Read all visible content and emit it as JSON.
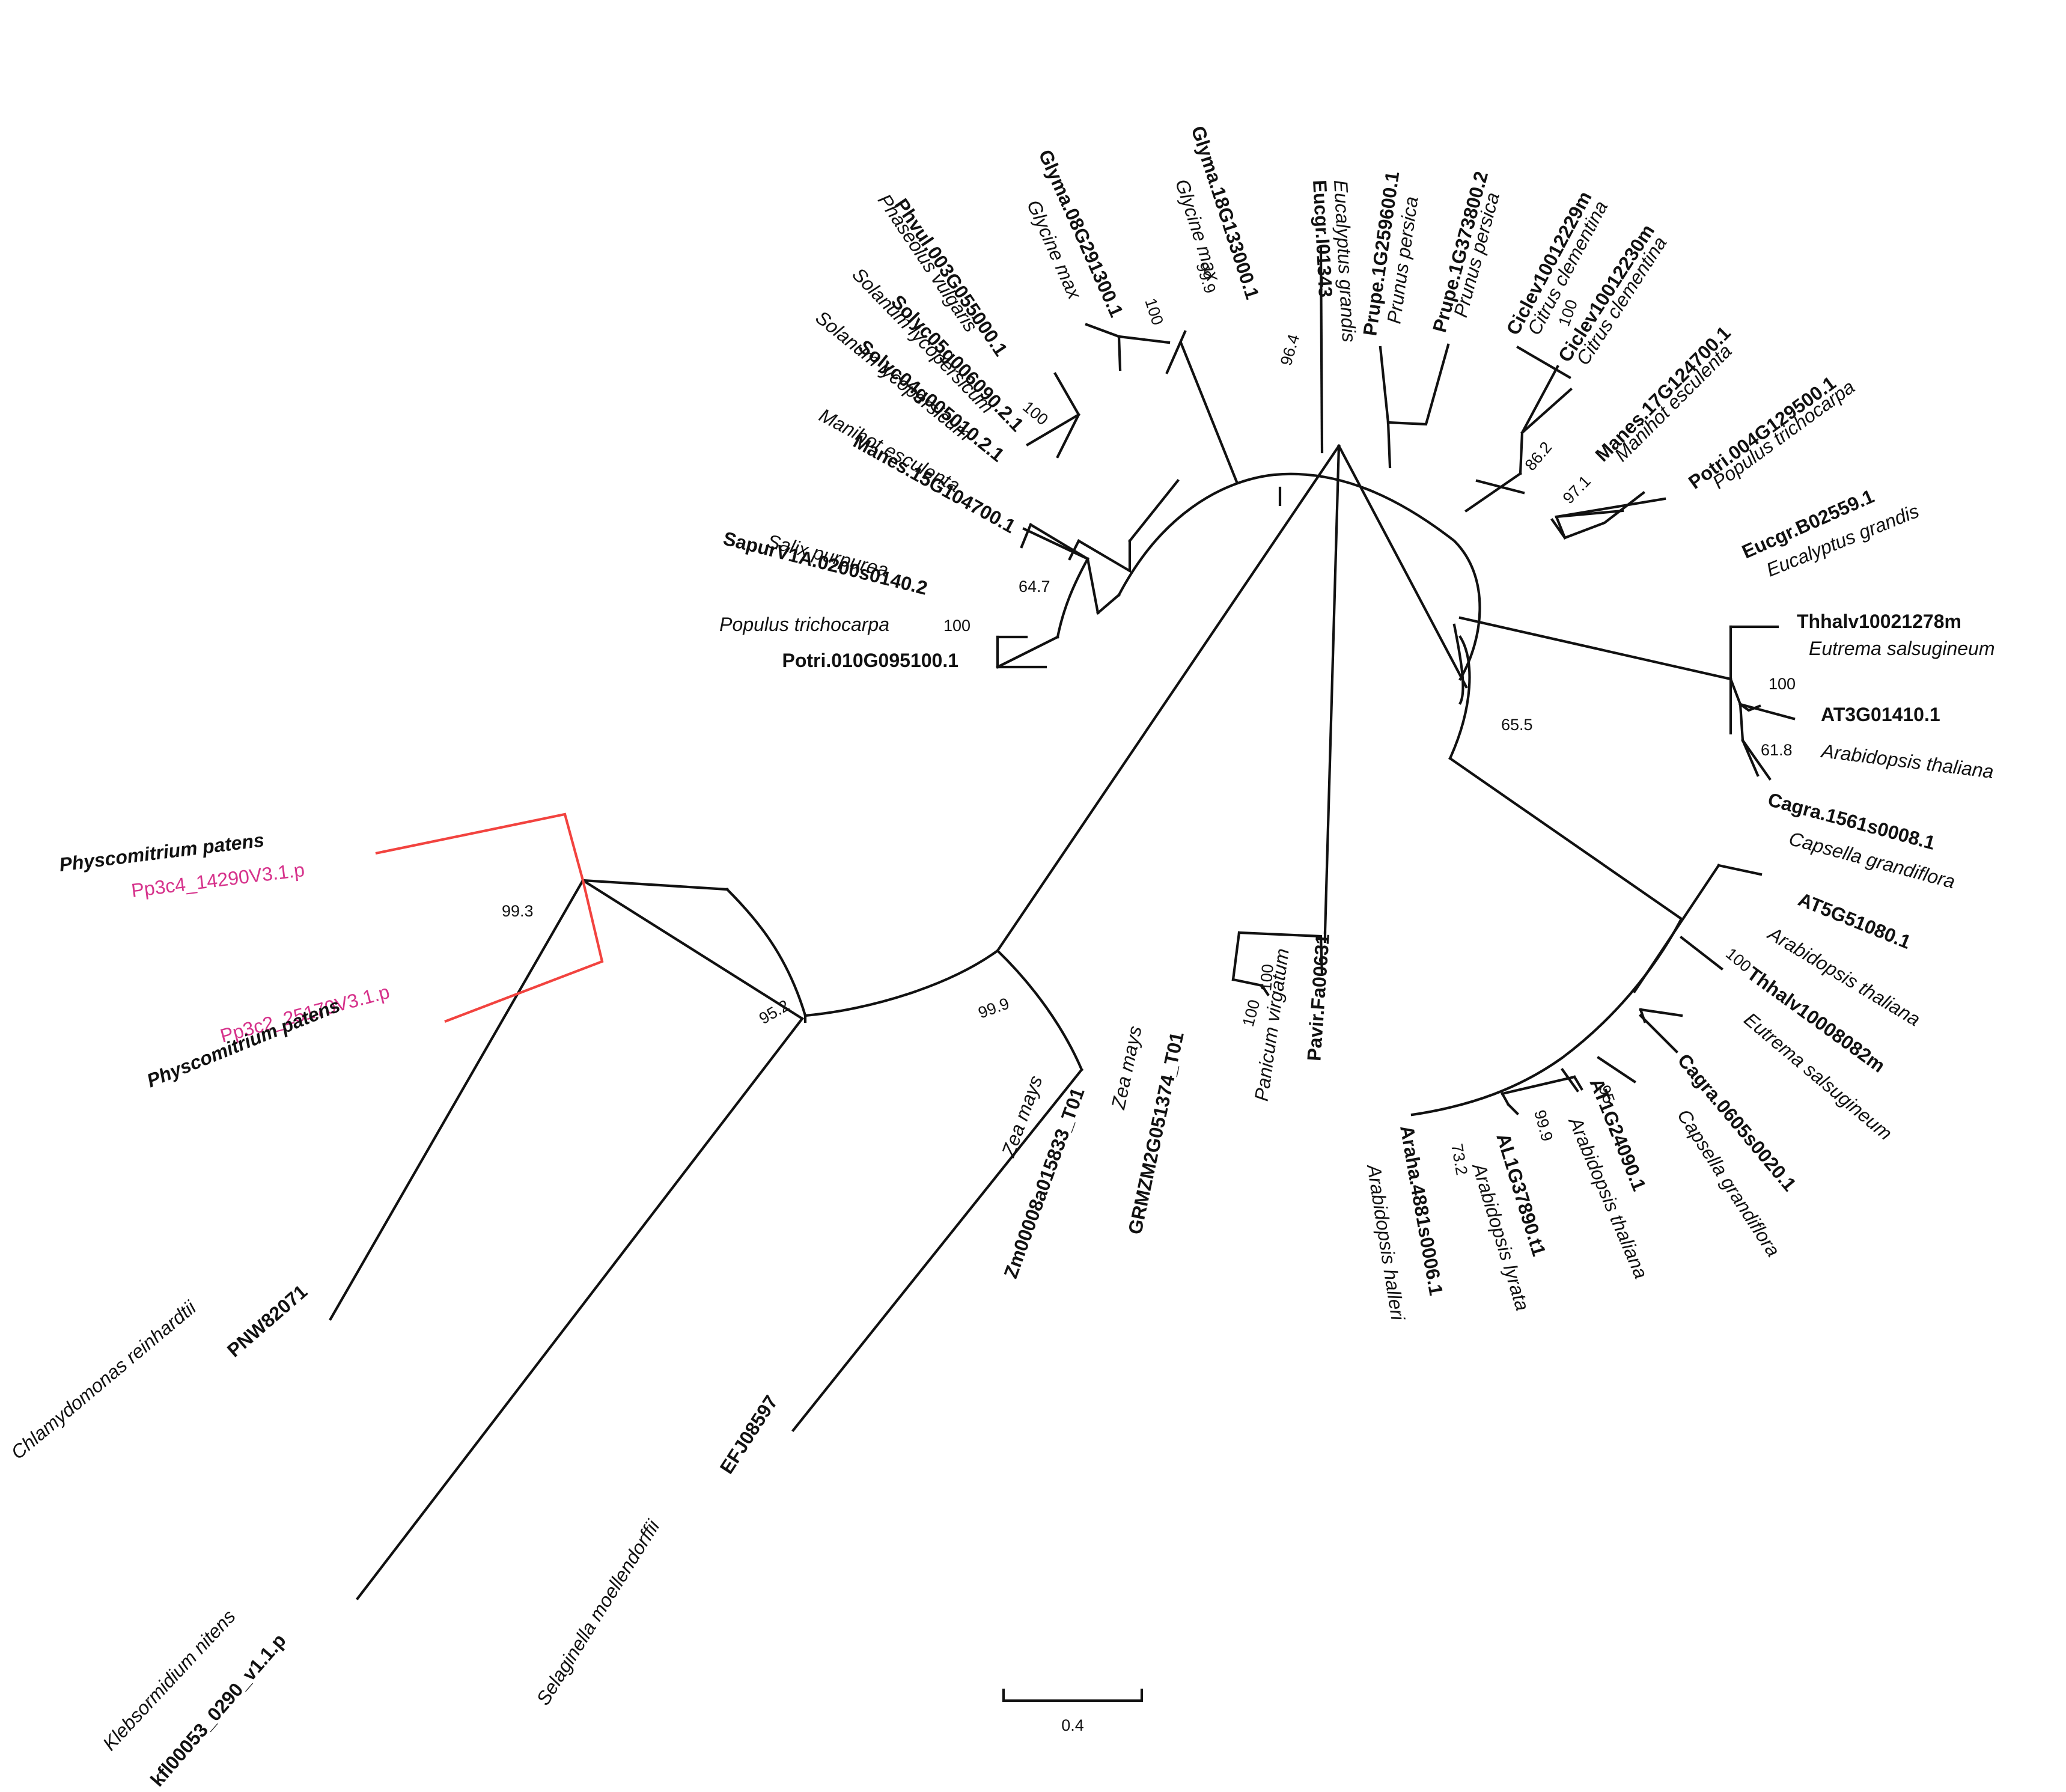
{
  "tree": {
    "leaves": [
      {
        "id": "Glyma.18G133000.1",
        "species": "Glycine max"
      },
      {
        "id": "Glyma.08G291300.1",
        "species": "Glycine max"
      },
      {
        "id": "Phvul.003G055000.1",
        "species": "Phaseolus vulgaris"
      },
      {
        "id": "Solyc05g006090.2.1",
        "species": "Solanum lycopersicum"
      },
      {
        "id": "Solyc04g005010.2.1",
        "species": "Solanum lycopersicum"
      },
      {
        "id": "Manes.15G104700.1",
        "species": "Manihot esculenta"
      },
      {
        "id": "SapurV1A.0200s0140.2",
        "species": "Salix purpurea"
      },
      {
        "id": "Potri.010G095100.1",
        "species": "Populus trichocarpa"
      },
      {
        "id": "Eucgr.I01343",
        "species": "Eucalyptus grandis"
      },
      {
        "id": "Prupe.1G259600.1",
        "species": "Prunus persica"
      },
      {
        "id": "Prupe.1G373800.2",
        "species": "Prunus persica"
      },
      {
        "id": "Ciclev10012229m",
        "species": "Citrus clementina"
      },
      {
        "id": "Ciclev10012230m",
        "species": "Citrus clementina"
      },
      {
        "id": "Manes.17G124700.1",
        "species": "Manihot esculenta"
      },
      {
        "id": "Potri.004G129500.1",
        "species": "Populus trichocarpa"
      },
      {
        "id": "Eucgr.B02559.1",
        "species": "Eucalyptus grandis"
      },
      {
        "id": "Thhalv10021278m",
        "species": "Eutrema salsugineum"
      },
      {
        "id": "AT3G01410.1",
        "species": "Arabidopsis thaliana"
      },
      {
        "id": "Cagra.1561s0008.1",
        "species": "Capsella grandiflora"
      },
      {
        "id": "AT5G51080.1",
        "species": "Arabidopsis thaliana"
      },
      {
        "id": "Thhalv10008082m",
        "species": "Eutrema salsugineum"
      },
      {
        "id": "Cagra.0605s0020.1",
        "species": "Capsella grandiflora"
      },
      {
        "id": "AT1G24090.1",
        "species": "Arabidopsis thaliana"
      },
      {
        "id": "AL1G37890.t1",
        "species": "Arabidopsis lyrata"
      },
      {
        "id": "Araha.4881s0006.1",
        "species": "Arabidopsis halleri"
      },
      {
        "id": "Zm00008a015833_T01",
        "species": "Zea mays"
      },
      {
        "id": "GRMZM2G051374_T01",
        "species": "Zea mays"
      },
      {
        "id": "Pavir.Fa00631",
        "species": "Panicum virgatum"
      },
      {
        "id": "Pp3c4_14290V3.1.p",
        "species": "Physcomitrium patens"
      },
      {
        "id": "Pp3c2_25170V3.1.p",
        "species": "Physcomitrium patens"
      },
      {
        "id": "PNW82071",
        "species": "Chlamydomonas reinhardtii"
      },
      {
        "id": "kfl00053_0290_v1.1.p",
        "species": "Klebsormidium nitens"
      },
      {
        "id": "EFJ08597",
        "species": "Selaginella moellendorffii"
      }
    ],
    "supports": [
      "99.9",
      "100",
      "100",
      "64.7",
      "100",
      "96.4",
      "100",
      "86.2",
      "97.1",
      "65.5",
      "100",
      "61.8",
      "100",
      "95",
      "99.9",
      "73.2",
      "100",
      "100",
      "99.3",
      "95.2",
      "99.9"
    ],
    "highlight_color": "#d6328b",
    "highlight_branch_color": "#f2433f",
    "scale_bar": "0.4"
  }
}
